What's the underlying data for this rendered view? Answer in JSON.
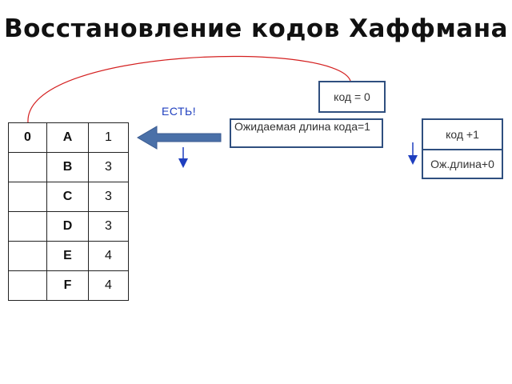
{
  "title": "Восстановление кодов Хаффмана",
  "code_box": "код = 0",
  "expected_box": "Ожидаемая длина кода=1",
  "found_label": "ЕСТЬ!",
  "ops": [
    "код +1",
    "Ож.длина+0"
  ],
  "table": {
    "rows": [
      {
        "code": "0",
        "symbol": "A",
        "length": "1"
      },
      {
        "code": "",
        "symbol": "B",
        "length": "3"
      },
      {
        "code": "",
        "symbol": "C",
        "length": "3"
      },
      {
        "code": "",
        "symbol": "D",
        "length": "3"
      },
      {
        "code": "",
        "symbol": "E",
        "length": "4"
      },
      {
        "code": "",
        "symbol": "F",
        "length": "4"
      }
    ]
  },
  "colors": {
    "curve": "#d42020",
    "big_arrow_fill": "#4a70a8",
    "small_arrow": "#1f3fbf",
    "box_border": "#2f4f7f"
  },
  "icons": {
    "big_arrow": "left-arrow-icon",
    "down_arrow": "down-arrow-icon"
  }
}
